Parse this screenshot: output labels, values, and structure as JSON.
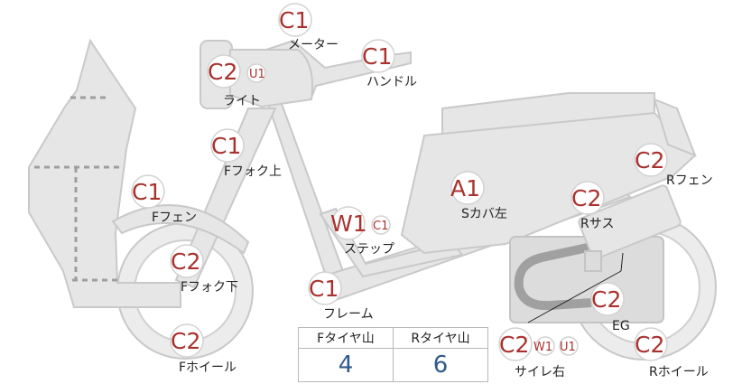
{
  "parts": [
    {
      "id": "meter",
      "grade": "C1",
      "sub": [],
      "label": "メーター"
    },
    {
      "id": "handle",
      "grade": "C1",
      "sub": [],
      "label": "ハンドル"
    },
    {
      "id": "light",
      "grade": "C2",
      "sub": [
        "U1"
      ],
      "label": "ライト"
    },
    {
      "id": "f-fork-upper",
      "grade": "C1",
      "sub": [],
      "label": "Fフォク上"
    },
    {
      "id": "f-fender",
      "grade": "C1",
      "sub": [],
      "label": "Fフェン"
    },
    {
      "id": "f-fork-lower",
      "grade": "C2",
      "sub": [],
      "label": "Fフォク下"
    },
    {
      "id": "f-wheel",
      "grade": "C2",
      "sub": [],
      "label": "Fホイール"
    },
    {
      "id": "step",
      "grade": "W1",
      "sub": [
        "C1"
      ],
      "label": "ステップ"
    },
    {
      "id": "frame",
      "grade": "C1",
      "sub": [],
      "label": "フレーム"
    },
    {
      "id": "s-cover-left",
      "grade": "A1",
      "sub": [],
      "label": "Sカバ左"
    },
    {
      "id": "r-fender",
      "grade": "C2",
      "sub": [],
      "label": "Rフェン"
    },
    {
      "id": "r-suspension",
      "grade": "C2",
      "sub": [],
      "label": "Rサス"
    },
    {
      "id": "engine",
      "grade": "C2",
      "sub": [],
      "label": "EG"
    },
    {
      "id": "muffler-right",
      "grade": "C2",
      "sub": [
        "W1",
        "U1"
      ],
      "label": "サイレ右"
    },
    {
      "id": "r-wheel",
      "grade": "C2",
      "sub": [],
      "label": "Rホイール"
    }
  ],
  "tread": {
    "front_header": "Fタイヤ山",
    "rear_header": "Rタイヤ山",
    "front_value": "4",
    "rear_value": "6"
  },
  "colors": {
    "grade": "#a9322e",
    "value": "#2f5a8c",
    "part_fill": "#e6e6e6"
  }
}
